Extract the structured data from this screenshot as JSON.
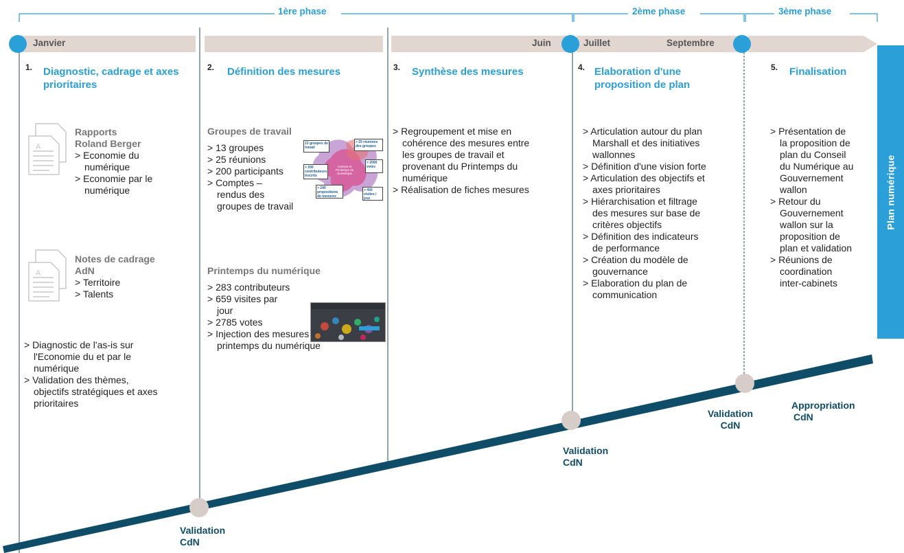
{
  "phases": {
    "phase1": "1ère phase",
    "phase2": "2ème phase",
    "phase3": "3ème phase"
  },
  "months": {
    "jan": "Janvier",
    "jun": "Juin",
    "jul": "Juillet",
    "sep": "Septembre"
  },
  "steps": [
    {
      "num": "1.",
      "title": "Diagnostic, cadrage et axes prioritaires"
    },
    {
      "num": "2.",
      "title": "Définition des mesures"
    },
    {
      "num": "3.",
      "title": "Synthèse des mesures"
    },
    {
      "num": "4.",
      "title": "Elaboration d'une proposition de plan"
    },
    {
      "num": "5.",
      "title": "Finalisation"
    }
  ],
  "col1": {
    "doc1_title_1": "Rapports",
    "doc1_title_2": "Roland Berger",
    "doc1_items": [
      "> Economie du",
      "numérique",
      "> Economie par le",
      "numérique"
    ],
    "doc2_title_1": "Notes de  cadrage",
    "doc2_title_2": "AdN",
    "doc2_items": [
      "> Territoire",
      "> Talents"
    ],
    "bullets": [
      "> Diagnostic de l'as-is sur",
      "l'Economie du et par le",
      "numérique",
      "> Validation des thèmes,",
      "objectifs stratégiques et axes",
      "prioritaires"
    ]
  },
  "col2": {
    "groups_title": "Groupes de travail",
    "groups_items": [
      "> 13 groupes",
      "> 25 réunions",
      "> 200 participants",
      "> Comptes –",
      "rendus des",
      "groupes de travail"
    ],
    "printemps_title": "Printemps du numérique",
    "printemps_items": [
      "> 283 contributeurs",
      "> 659 visites par",
      "jour",
      "> 2785 votes",
      "> Injection des mesures sur le",
      "printemps du numérique"
    ],
    "infographic": {
      "box1": "13 groupes de travail",
      "box2": "> 25 réunions des groupes",
      "box3": "> 200 contributeurs inscrits",
      "box4": "> 2000 votes",
      "box5": "> 240 propositions de mesures",
      "box6": "> 450 visites / jour",
      "center": "Assises et Printemps du Numérique"
    }
  },
  "col3": {
    "items": [
      "> Regroupement et mise en",
      "cohérence des mesures entre",
      "les groupes de travail et",
      "provenant du Printemps du",
      "numérique",
      "> Réalisation de fiches mesures"
    ]
  },
  "col4": {
    "items": [
      "> Articulation autour du plan",
      "Marshall et des initiatives",
      "wallonnes",
      "> Définition d'une vision forte",
      "> Articulation des objectifs et",
      "axes prioritaires",
      "> Hiérarchisation et filtrage",
      "des mesures sur base de",
      "critères objectifs",
      "> Définition des indicateurs",
      "de performance",
      "> Création du modèle de",
      "gouvernance",
      "> Elaboration du plan de",
      "communication"
    ]
  },
  "col5": {
    "items": [
      "> Présentation de",
      "la proposition de",
      "plan du Conseil",
      "du Numérique au",
      "Gouvernement",
      "wallon",
      "> Retour du",
      "Gouvernement",
      "wallon sur la",
      "proposition de",
      "plan et validation",
      "> Réunions de",
      "coordination",
      "inter-cabinets"
    ]
  },
  "plan_label": "Plan numérique",
  "milestones": {
    "m1": [
      "Validation",
      "CdN"
    ],
    "m2": [
      "Validation",
      "CdN"
    ],
    "m3": [
      "Validation",
      "CdN"
    ],
    "m4": [
      "Appropriation",
      "CdN"
    ]
  },
  "colors": {
    "accent": "#2a9fd8",
    "banner": "#e2d6d1",
    "dark": "#0e4c68",
    "milestone": "#d7cdc8"
  }
}
